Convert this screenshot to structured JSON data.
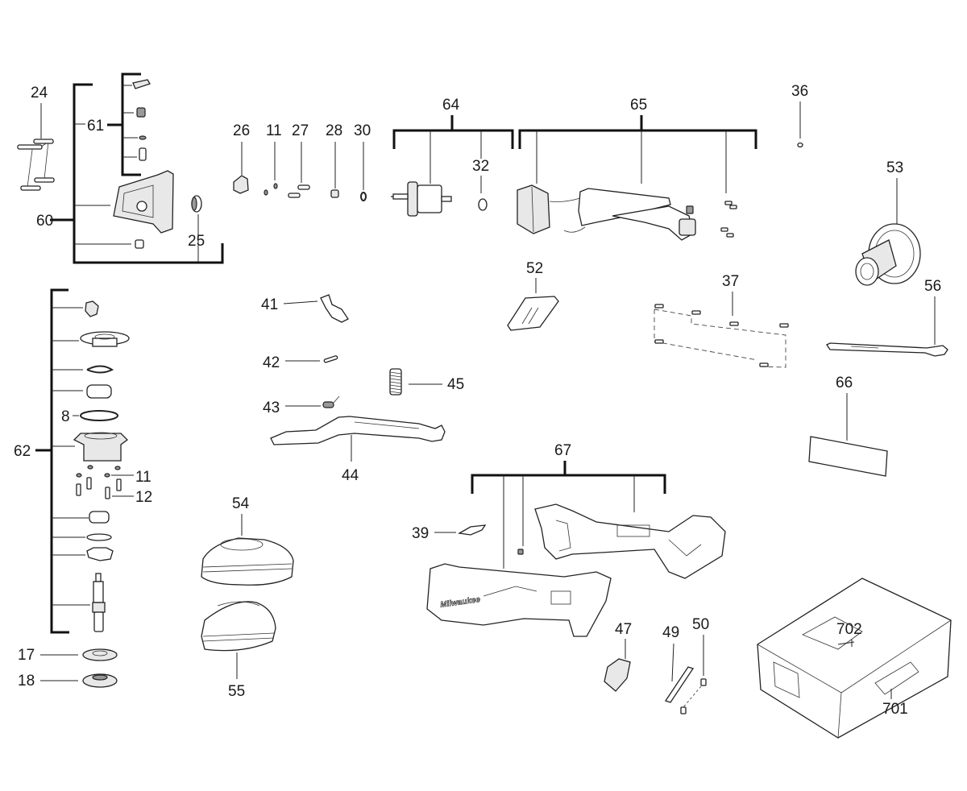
{
  "diagram": {
    "title": "Exploded parts view - cordless angle grinder",
    "brand_marking": "Milwaukee",
    "callouts": [
      {
        "id": "24",
        "part": "screw-set"
      },
      {
        "id": "25",
        "part": "bearing"
      },
      {
        "id": "26",
        "part": "cap"
      },
      {
        "id": "11",
        "part": "washer"
      },
      {
        "id": "27",
        "part": "screw"
      },
      {
        "id": "28",
        "part": "nut"
      },
      {
        "id": "30",
        "part": "o-ring"
      },
      {
        "id": "64",
        "part": "armature-assembly"
      },
      {
        "id": "32",
        "part": "bearing"
      },
      {
        "id": "65",
        "part": "stator-electronics-assembly"
      },
      {
        "id": "36",
        "part": "clip"
      },
      {
        "id": "53",
        "part": "side-handle"
      },
      {
        "id": "60",
        "part": "gear-housing-assembly"
      },
      {
        "id": "61",
        "part": "spindle-lock-set"
      },
      {
        "id": "62",
        "part": "spindle-assembly"
      },
      {
        "id": "8",
        "part": "o-ring"
      },
      {
        "id": "12",
        "part": "screw"
      },
      {
        "id": "17",
        "part": "inner-flange"
      },
      {
        "id": "18",
        "part": "outer-flange"
      },
      {
        "id": "41",
        "part": "lock-lever"
      },
      {
        "id": "42",
        "part": "pin"
      },
      {
        "id": "43",
        "part": "torsion-spring"
      },
      {
        "id": "44",
        "part": "paddle-switch"
      },
      {
        "id": "45",
        "part": "spring"
      },
      {
        "id": "52",
        "part": "switch-cover"
      },
      {
        "id": "37",
        "part": "screw-set"
      },
      {
        "id": "56",
        "part": "spanner-wrench"
      },
      {
        "id": "66",
        "part": "label"
      },
      {
        "id": "54",
        "part": "guard"
      },
      {
        "id": "55",
        "part": "cut-off-guard"
      },
      {
        "id": "67",
        "part": "housing-set"
      },
      {
        "id": "39",
        "part": "nameplate"
      },
      {
        "id": "47",
        "part": "battery-latch"
      },
      {
        "id": "49",
        "part": "strip"
      },
      {
        "id": "50",
        "part": "screw"
      },
      {
        "id": "701",
        "part": "carrying-case"
      },
      {
        "id": "702",
        "part": "case-insert"
      }
    ]
  }
}
